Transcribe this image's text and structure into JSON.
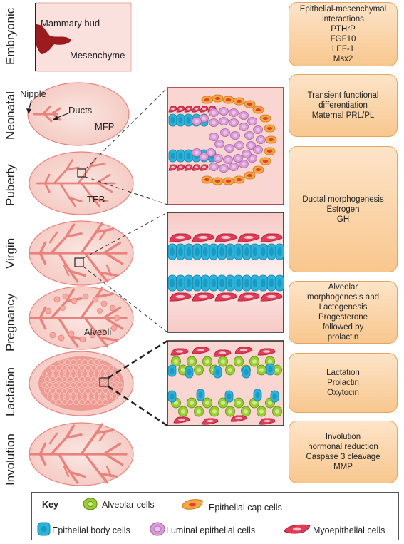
{
  "stages": [
    "Embryonic",
    "Neonatal",
    "Puberty",
    "Virgin",
    "Pregnancy",
    "Lactation",
    "Involution"
  ],
  "embryonic": {
    "bud_label": "Mammary bud",
    "mesenchyme_label": "Mesenchyme"
  },
  "neonatal": {
    "nipple_label": "Nipple",
    "ducts_label": "Ducts",
    "mfp_label": "MFP"
  },
  "puberty": {
    "teb_label": "TEB"
  },
  "pregnancy": {
    "alveoli_label": "Alveoli"
  },
  "boxes": [
    [
      "Epithelial-mesenchymal",
      "interactions",
      "PTHrP",
      "FGF10",
      "LEF-1",
      "Msx2"
    ],
    [
      "Transient functional",
      "differentiation",
      "Maternal PRL/PL"
    ],
    [
      "Ductal morphogenesis",
      "Estrogen",
      "GH"
    ],
    [
      "Alveolar",
      "morphogenesis and",
      "Lactogenesis",
      "Progesterone",
      "followed by",
      "prolactin"
    ],
    [
      "Lactation",
      "Prolactin",
      "Oxytocin"
    ],
    [
      "Involution",
      "hormonal reduction",
      "Caspase 3 cleavage",
      "MMP"
    ]
  ],
  "key": {
    "title": "Key",
    "alveolar": "Alveolar cells",
    "cap": "Epithelial cap cells",
    "body": "Epithelial body cells",
    "luminal": "Luminal epithelial cells",
    "myo": "Myoepithelial cells"
  },
  "colors": {
    "box_fill": "#f9d2a4",
    "box_border": "#e8a35e",
    "tissue": "#f7d6d0",
    "duct": "#e9827c",
    "bud": "#9b1b1f",
    "cap": "#f5a640",
    "body": "#2bb3dc",
    "luminal": "#d99ad6",
    "myo": "#e23b57",
    "alveolar": "#9acd32"
  }
}
